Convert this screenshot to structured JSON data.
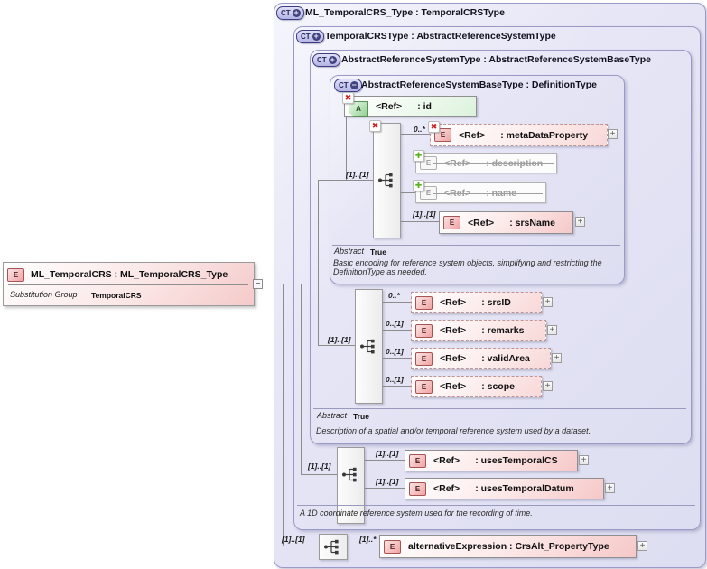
{
  "left_element": {
    "icon": "E",
    "title": "ML_TemporalCRS : ML_TemporalCRS_Type",
    "substitution_group_label": "Substitution Group",
    "substitution_group_value": "TemporalCRS",
    "collapse_glyph": "−"
  },
  "type_boxes": {
    "ml_temporalcrs_type": {
      "badge": "CT",
      "sign": "+",
      "title": "ML_TemporalCRS_Type : TemporalCRSType"
    },
    "temporalcrs_type": {
      "badge": "CT",
      "sign": "+",
      "title": "TemporalCRSType : AbstractReferenceSystemType"
    },
    "abstract_reference_system_type": {
      "badge": "CT",
      "sign": "+",
      "title": "AbstractReferenceSystemType : AbstractReferenceSystemBaseType"
    },
    "abstract_reference_system_base_type": {
      "badge": "CT",
      "sign": "−",
      "title": "AbstractReferenceSystemBaseType : DefinitionType"
    }
  },
  "definition": {
    "group_cardinality": "[1]..[1]",
    "attribute": {
      "icon": "A",
      "ref": "<Ref>",
      "name": ": id"
    },
    "elements": [
      {
        "icon": "E",
        "cardinality": "0..*",
        "ref": "<Ref>",
        "name": ": metaDataProperty",
        "expand": "+"
      },
      {
        "icon": "E",
        "ref": "<Ref>",
        "name": ": description"
      },
      {
        "icon": "E",
        "ref": "<Ref>",
        "name": ": name"
      },
      {
        "icon": "E",
        "cardinality": "[1]..[1]",
        "ref": "<Ref>",
        "name": ": srsName",
        "expand": "+"
      }
    ],
    "abstract_label": "Abstract",
    "abstract_value": "True",
    "annotation": "Basic encoding for reference system objects, simplifying and restricting the DefinitionType as needed."
  },
  "reference_system": {
    "group_cardinality": "[1]..[1]",
    "elements": [
      {
        "icon": "E",
        "cardinality": "0..*",
        "ref": "<Ref>",
        "name": ": srsID",
        "expand": "+"
      },
      {
        "icon": "E",
        "cardinality": "0..[1]",
        "ref": "<Ref>",
        "name": ": remarks",
        "expand": "+"
      },
      {
        "icon": "E",
        "cardinality": "0..[1]",
        "ref": "<Ref>",
        "name": ": validArea",
        "expand": "+"
      },
      {
        "icon": "E",
        "cardinality": "0..[1]",
        "ref": "<Ref>",
        "name": ": scope",
        "expand": "+"
      }
    ],
    "abstract_label": "Abstract",
    "abstract_value": "True",
    "annotation": "Description of a spatial and/or temporal reference system used by a dataset."
  },
  "temporal_crs": {
    "group_cardinality": "[1]..[1]",
    "elements": [
      {
        "icon": "E",
        "cardinality": "[1]..[1]",
        "ref": "<Ref>",
        "name": ": usesTemporalCS",
        "expand": "+"
      },
      {
        "icon": "E",
        "cardinality": "[1]..[1]",
        "ref": "<Ref>",
        "name": ": usesTemporalDatum",
        "expand": "+"
      }
    ],
    "annotation": "A 1D coordinate reference system used for the recording of time."
  },
  "ml_type": {
    "group_cardinality": "[1]..[1]",
    "elements": [
      {
        "icon": "E",
        "cardinality": "[1]..*",
        "name": "alternativeExpression : CrsAlt_PropertyType",
        "expand": "+"
      }
    ]
  },
  "badges": {
    "removed": "✖",
    "added": "✚"
  },
  "colors": {
    "container_fill": "#e3e3f5",
    "container_border": "#9a9ac6",
    "element_pink": "#f6c8c8",
    "attribute_green": "#dcf2dc",
    "removed_red": "#cf1f1f",
    "added_green": "#55b419"
  }
}
